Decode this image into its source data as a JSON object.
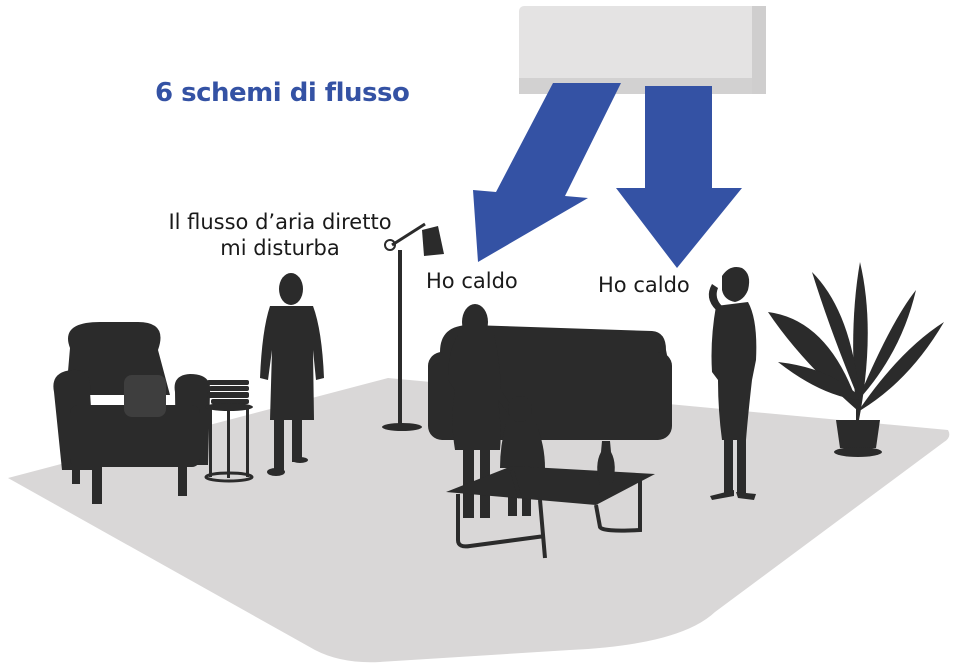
{
  "title": "6 schemi di flusso",
  "captions": {
    "left_line1": "Il flusso d’aria diretto",
    "left_line2": "mi disturba",
    "middle": "Ho caldo",
    "right": "Ho caldo"
  },
  "colors": {
    "accent": "#3452a4",
    "silhouette": "#2b2b2b",
    "floor": "#d9d7d7",
    "ac_unit": "#e3e2e2"
  },
  "icons": [
    "air-conditioner-icon",
    "airflow-arrow-icon",
    "armchair-icon",
    "side-table-icon",
    "floor-lamp-icon",
    "sofa-icon",
    "coffee-table-icon",
    "vase-icon",
    "plant-icon",
    "person-icon"
  ]
}
